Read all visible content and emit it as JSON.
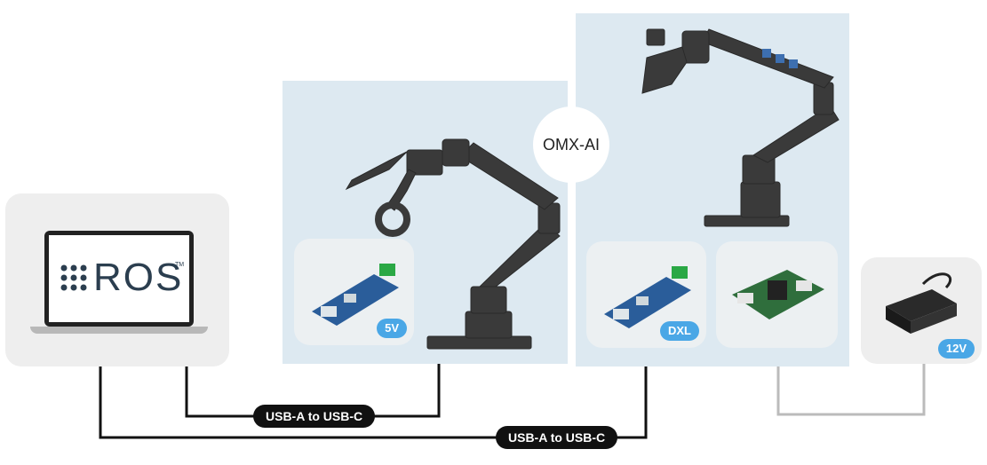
{
  "center_label": "OMX-AI",
  "laptop": {
    "logo_text": "ROS",
    "tm": "TM"
  },
  "badges": {
    "left_board": "5V",
    "right_board": "DXL",
    "power": "12V"
  },
  "cables": {
    "upper": "USB-A to USB-C",
    "lower": "USB-A to USB-C"
  },
  "colors": {
    "panel": "#dde9f1",
    "badge": "#4aa7e6",
    "cable": "#111111",
    "power_cable": "#bbbbbb"
  }
}
